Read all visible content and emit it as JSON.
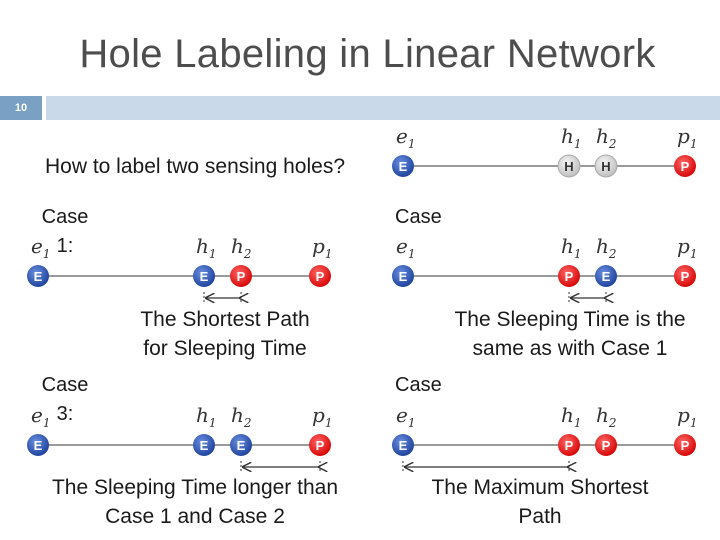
{
  "slide": {
    "title": "Hole Labeling in Linear Network",
    "number": "10"
  },
  "left": {
    "question": "How to label two sensing holes?",
    "case1_label": "Case 1:",
    "case3_label": "Case 3:",
    "shortest_path_note": "The Shortest Path for Sleeping Time",
    "longer_note": "The Sleeping Time longer than Case 1 and Case 2"
  },
  "right": {
    "case_top_label": "Case",
    "case_mid_label": "Case",
    "same_note": "The Sleeping Time is the same as with Case 1",
    "max_note_line1": "The Maximum Shortest",
    "max_note_line2": "Path"
  },
  "nodes": {
    "E": "E",
    "P": "P",
    "H": "H"
  },
  "labels": {
    "e": "e",
    "h": "h",
    "p": "p",
    "one": "1",
    "two": "2"
  },
  "colors": {
    "red": "#e60000",
    "blue": "#1f4fb0",
    "gray_node": "#d9d9d9",
    "line": "#999999",
    "accent_bar": "#c9d9ea",
    "slide_num_bg": "#7aa0c4"
  }
}
